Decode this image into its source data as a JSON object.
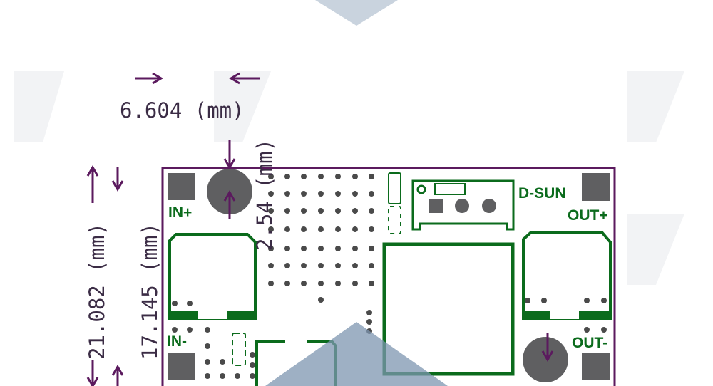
{
  "dimensions": {
    "pitch_horizontal": "6.604 (mm)",
    "hole_offset": "2.54 (mm)",
    "board_height": "21.082 (mm)",
    "pad_spacing": "17.145 (mm)"
  },
  "labels": {
    "in_plus": "IN+",
    "in_minus": "IN-",
    "brand": "D-SUN",
    "out_plus": "OUT+",
    "out_minus": "OUT-"
  },
  "colors": {
    "outline": "#5b1a5e",
    "silkscreen": "#0b6b1c",
    "pad": "#5f5f61"
  }
}
